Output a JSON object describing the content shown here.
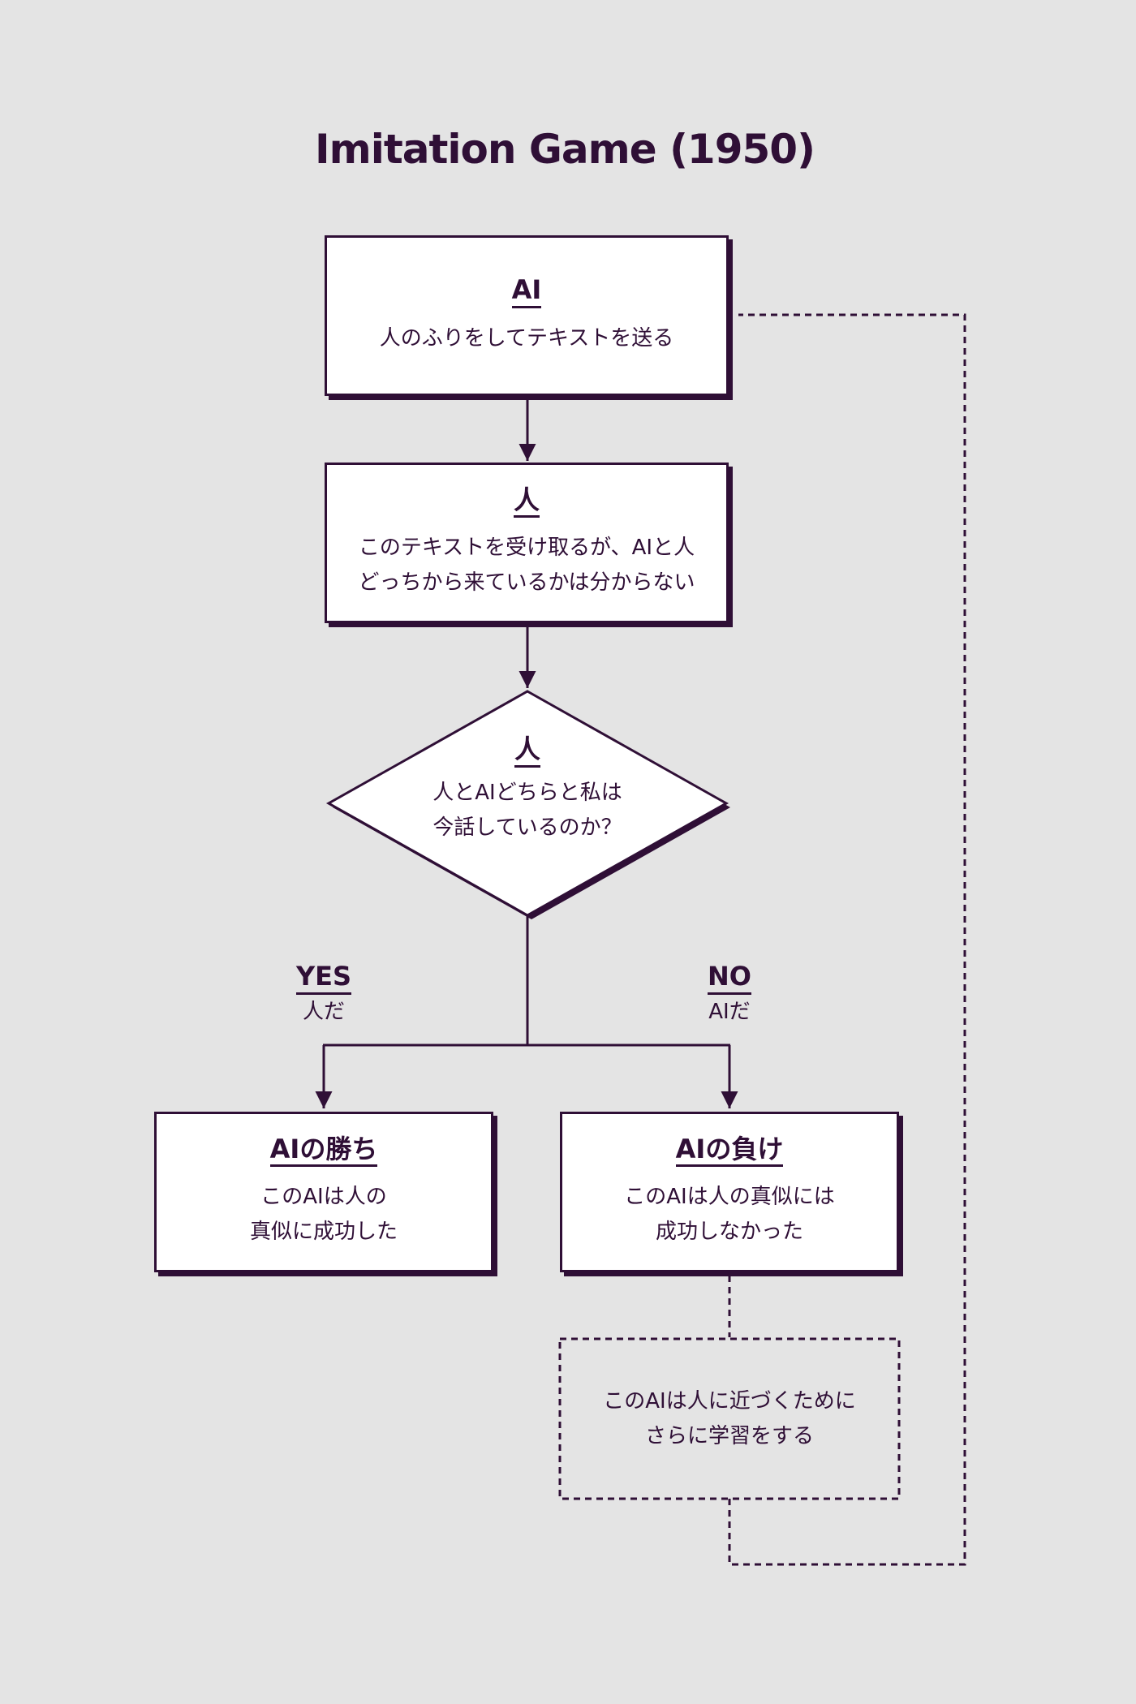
{
  "title": "Imitation Game (1950)",
  "colors": {
    "ink": "#2f0f36",
    "background": "#e4e4e4",
    "box_fill": "#ffffff"
  },
  "nodes": {
    "ai": {
      "heading": "AI",
      "text": "人のふりをしてテキストを送る"
    },
    "human": {
      "heading": "人",
      "line1": "このテキストを受け取るが、AIと人",
      "line2": "どっちから来ているかは分からない"
    },
    "decision": {
      "heading": "人",
      "line1": "人とAIどちらと私は",
      "line2": "今話しているのか？"
    },
    "win": {
      "heading": "AIの勝ち",
      "line1": "このAIは人の",
      "line2": "真似に成功した"
    },
    "lose": {
      "heading": "AIの負け",
      "line1": "このAIは人の真似には",
      "line2": "成功しなかった"
    },
    "learn": {
      "line1": "このAIは人に近づくために",
      "line2": "さらに学習をする"
    }
  },
  "branches": {
    "yes": {
      "label": "YES",
      "sub": "人だ"
    },
    "no": {
      "label": "NO",
      "sub": "AIだ"
    }
  }
}
